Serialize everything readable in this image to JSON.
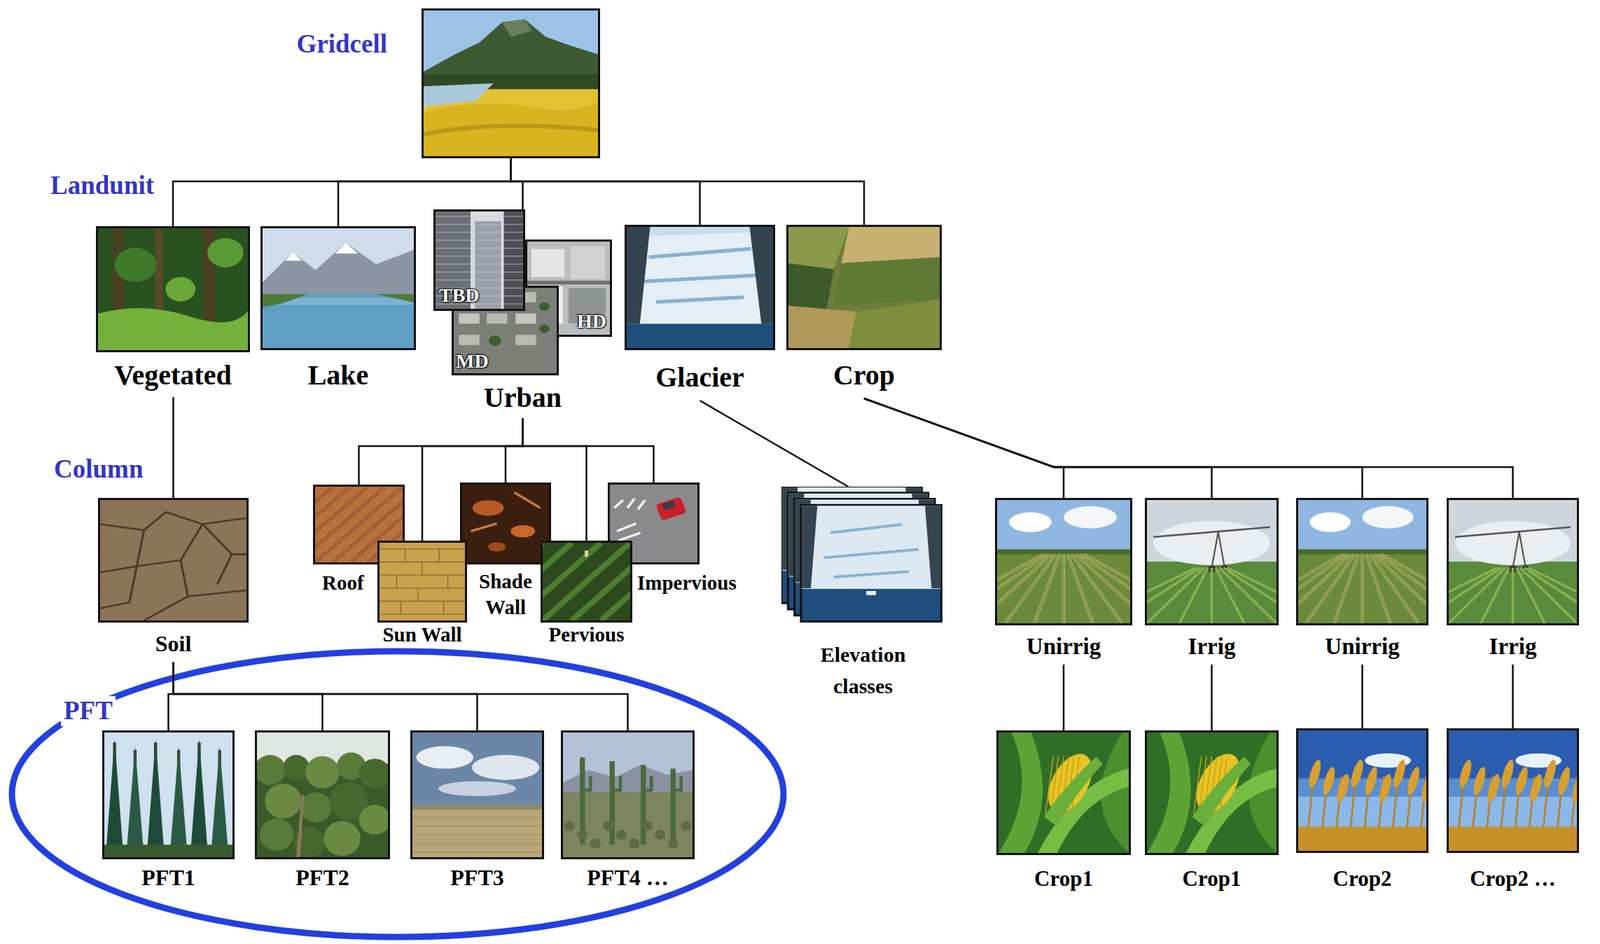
{
  "diagram": {
    "nodes": [
      {
        "text": [
          "Gridcell"
        ]
      },
      {
        "text": [
          "Vegetated"
        ]
      },
      {
        "text": [
          "Lake"
        ]
      },
      {
        "text": [
          "Urban"
        ]
      },
      {
        "text": [
          "TBD"
        ],
        "in": 3
      },
      {
        "text": [
          "HD"
        ],
        "in": 3
      },
      {
        "text": [
          "MD"
        ],
        "in": 3
      },
      {
        "text": [
          "Glacier"
        ]
      },
      {
        "text": [
          "Crop"
        ]
      },
      {
        "text": [
          "Soil"
        ]
      },
      {
        "text": [
          "Roof"
        ]
      },
      {
        "text": [
          "Sun Wall"
        ]
      },
      {
        "text": [
          "Shade Wall"
        ]
      },
      {
        "text": [
          "Pervious"
        ]
      },
      {
        "text": [
          "Impervious"
        ]
      },
      {
        "text": [
          "Elevation classes"
        ]
      },
      {
        "text": [
          "Unirrig"
        ]
      },
      {
        "text": [
          "Irrig"
        ]
      },
      {
        "text": [
          "Unirrig"
        ]
      },
      {
        "text": [
          "Irrig"
        ]
      },
      {
        "text": [
          "PFT1"
        ]
      },
      {
        "text": [
          "PFT2"
        ]
      },
      {
        "text": [
          "PFT3"
        ]
      },
      {
        "text": [
          "PFT4 …"
        ]
      },
      {
        "text": [
          "Crop1"
        ]
      },
      {
        "text": [
          "Crop1"
        ]
      },
      {
        "text": [
          "Crop2"
        ]
      },
      {
        "text": [
          "Crop2 …"
        ]
      }
    ],
    "edges": [
      {
        "from": 0,
        "to": 1,
        "arrow": "none"
      },
      {
        "from": 0,
        "to": 2,
        "arrow": "none"
      },
      {
        "from": 0,
        "to": 3,
        "arrow": "none"
      },
      {
        "from": 0,
        "to": 7,
        "arrow": "none"
      },
      {
        "from": 0,
        "to": 8,
        "arrow": "none"
      },
      {
        "from": 1,
        "to": 9,
        "arrow": "none"
      },
      {
        "from": 3,
        "to": 10,
        "arrow": "none"
      },
      {
        "from": 3,
        "to": 11,
        "arrow": "none"
      },
      {
        "from": 3,
        "to": 12,
        "arrow": "none"
      },
      {
        "from": 3,
        "to": 13,
        "arrow": "none"
      },
      {
        "from": 3,
        "to": 14,
        "arrow": "none"
      },
      {
        "from": 7,
        "to": 15,
        "arrow": "none"
      },
      {
        "from": 8,
        "to": 16,
        "arrow": "none"
      },
      {
        "from": 8,
        "to": 17,
        "arrow": "none"
      },
      {
        "from": 8,
        "to": 18,
        "arrow": "none"
      },
      {
        "from": 8,
        "to": 19,
        "arrow": "none"
      },
      {
        "from": 9,
        "to": 20,
        "arrow": "none"
      },
      {
        "from": 9,
        "to": 21,
        "arrow": "none"
      },
      {
        "from": 9,
        "to": 22,
        "arrow": "none"
      },
      {
        "from": 9,
        "to": 23,
        "arrow": "none"
      },
      {
        "from": 16,
        "to": 24,
        "arrow": "none"
      },
      {
        "from": 17,
        "to": 25,
        "arrow": "none"
      },
      {
        "from": 18,
        "to": 26,
        "arrow": "none"
      },
      {
        "from": 19,
        "to": 27,
        "arrow": "none"
      }
    ],
    "labels": [
      "Landunit",
      "Column",
      "PFT"
    ]
  }
}
